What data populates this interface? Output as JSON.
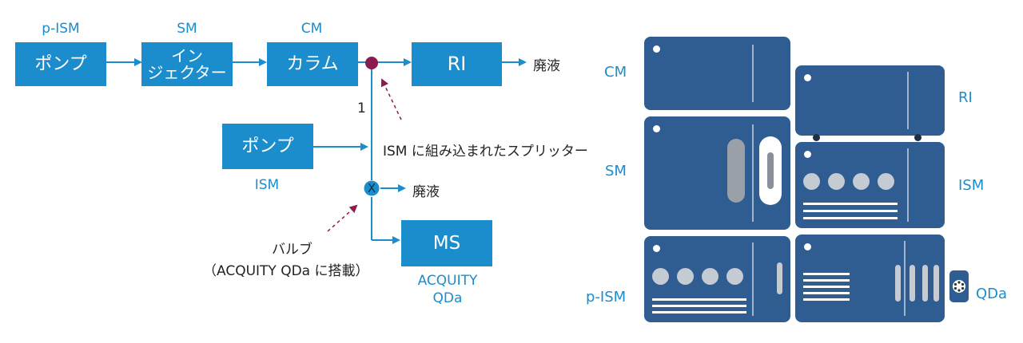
{
  "flow": {
    "pism_label": "p-ISM",
    "sm_label": "SM",
    "cm_label": "CM",
    "pump_box": "ポンプ",
    "injector_box_line1": "イン",
    "injector_box_line2": "ジェクター",
    "column_box": "カラム",
    "ri_box": "RI",
    "waste_top": "廃液",
    "split_number": "1",
    "ism_pump_box": "ポンプ",
    "ism_label": "ISM",
    "splitter_note": "ISM に組み込まれたスプリッター",
    "waste_mid": "廃液",
    "valve_note_line1": "バルブ",
    "valve_note_line2": "（ACQUITY QDa に搭載）",
    "ms_box": "MS",
    "qda_label_line1": "ACQUITY",
    "qda_label_line2": "QDa",
    "valve_symbol": "X"
  },
  "stack": {
    "cm": "CM",
    "ri": "RI",
    "sm": "SM",
    "ism": "ISM",
    "pism": "p-ISM",
    "qda": "QDa"
  },
  "colors": {
    "box_blue": "#1b8ccc",
    "unit_navy": "#2f5d92",
    "splitter_dot": "#8b1a4e",
    "arrow_dash": "#8b1a4e"
  }
}
